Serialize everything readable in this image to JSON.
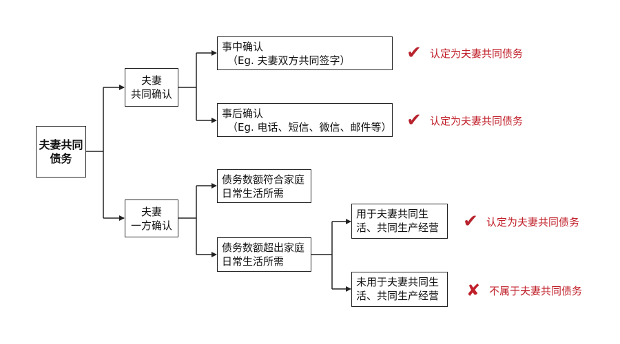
{
  "nodes": {
    "root": {
      "line1": "夫妻共同",
      "line2": "债务"
    },
    "joint_confirm": {
      "line1": "夫妻",
      "line2": "共同确认"
    },
    "prior_confirm": {
      "line1": "事中确认",
      "line2": "（Eg. 夫妻双方共同签字）"
    },
    "post_confirm": {
      "line1": "事后确认",
      "line2": "（Eg. 电话、短信、微信、邮件等）"
    },
    "single_confirm": {
      "line1": "夫妻",
      "line2": "一方确认"
    },
    "within_daily": {
      "line1": "债务数额符合家庭",
      "line2": "日常生活所需"
    },
    "exceed_daily": {
      "line1": "债务数额超出家庭",
      "line2": "日常生活所需"
    },
    "used_joint": {
      "line1": "用于夫妻共同生",
      "line2": "活、共同生产经营"
    },
    "not_used_joint": {
      "line1": "未用于夫妻共同生",
      "line2": "活、共同生产经营"
    }
  },
  "results": {
    "r1": {
      "icon": "check-icon",
      "glyph": "✔",
      "text": "认定为夫妻共同债务"
    },
    "r2": {
      "icon": "check-icon",
      "glyph": "✔",
      "text": "认定为夫妻共同债务"
    },
    "r3": {
      "icon": "check-icon",
      "glyph": "✔",
      "text": "认定为夫妻共同债务"
    },
    "r4": {
      "icon": "cross-icon",
      "glyph": "✘",
      "text": "不属于夫妻共同债务"
    }
  },
  "colors": {
    "result_text": "#c0202a",
    "check_mark": "#b8232e",
    "line": "#222222"
  }
}
